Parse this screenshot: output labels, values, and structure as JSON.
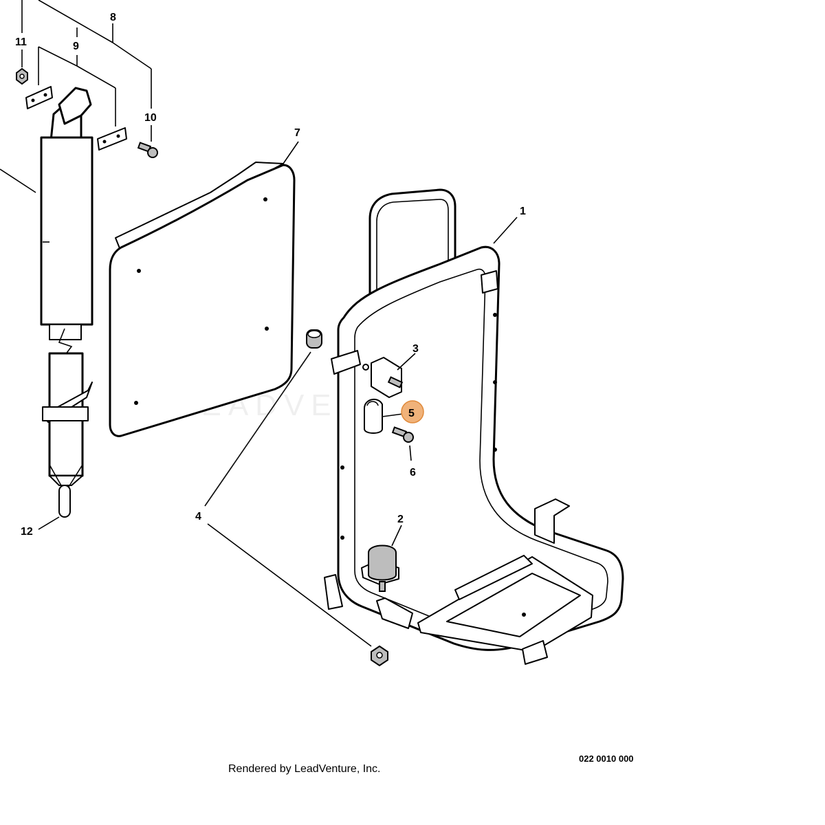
{
  "callouts": {
    "c1": "1",
    "c2": "2",
    "c3": "3",
    "c4": "4",
    "c5": "5",
    "c6": "6",
    "c7": "7",
    "c8": "8",
    "c9": "9",
    "c10": "10",
    "c11": "11",
    "c12": "12"
  },
  "highlight_color": "#f0b27a",
  "watermark": "LEADVENTURE",
  "footer": {
    "rendered_by": "Rendered by LeadVenture, Inc.",
    "drawing_number": "022 0010 000"
  }
}
